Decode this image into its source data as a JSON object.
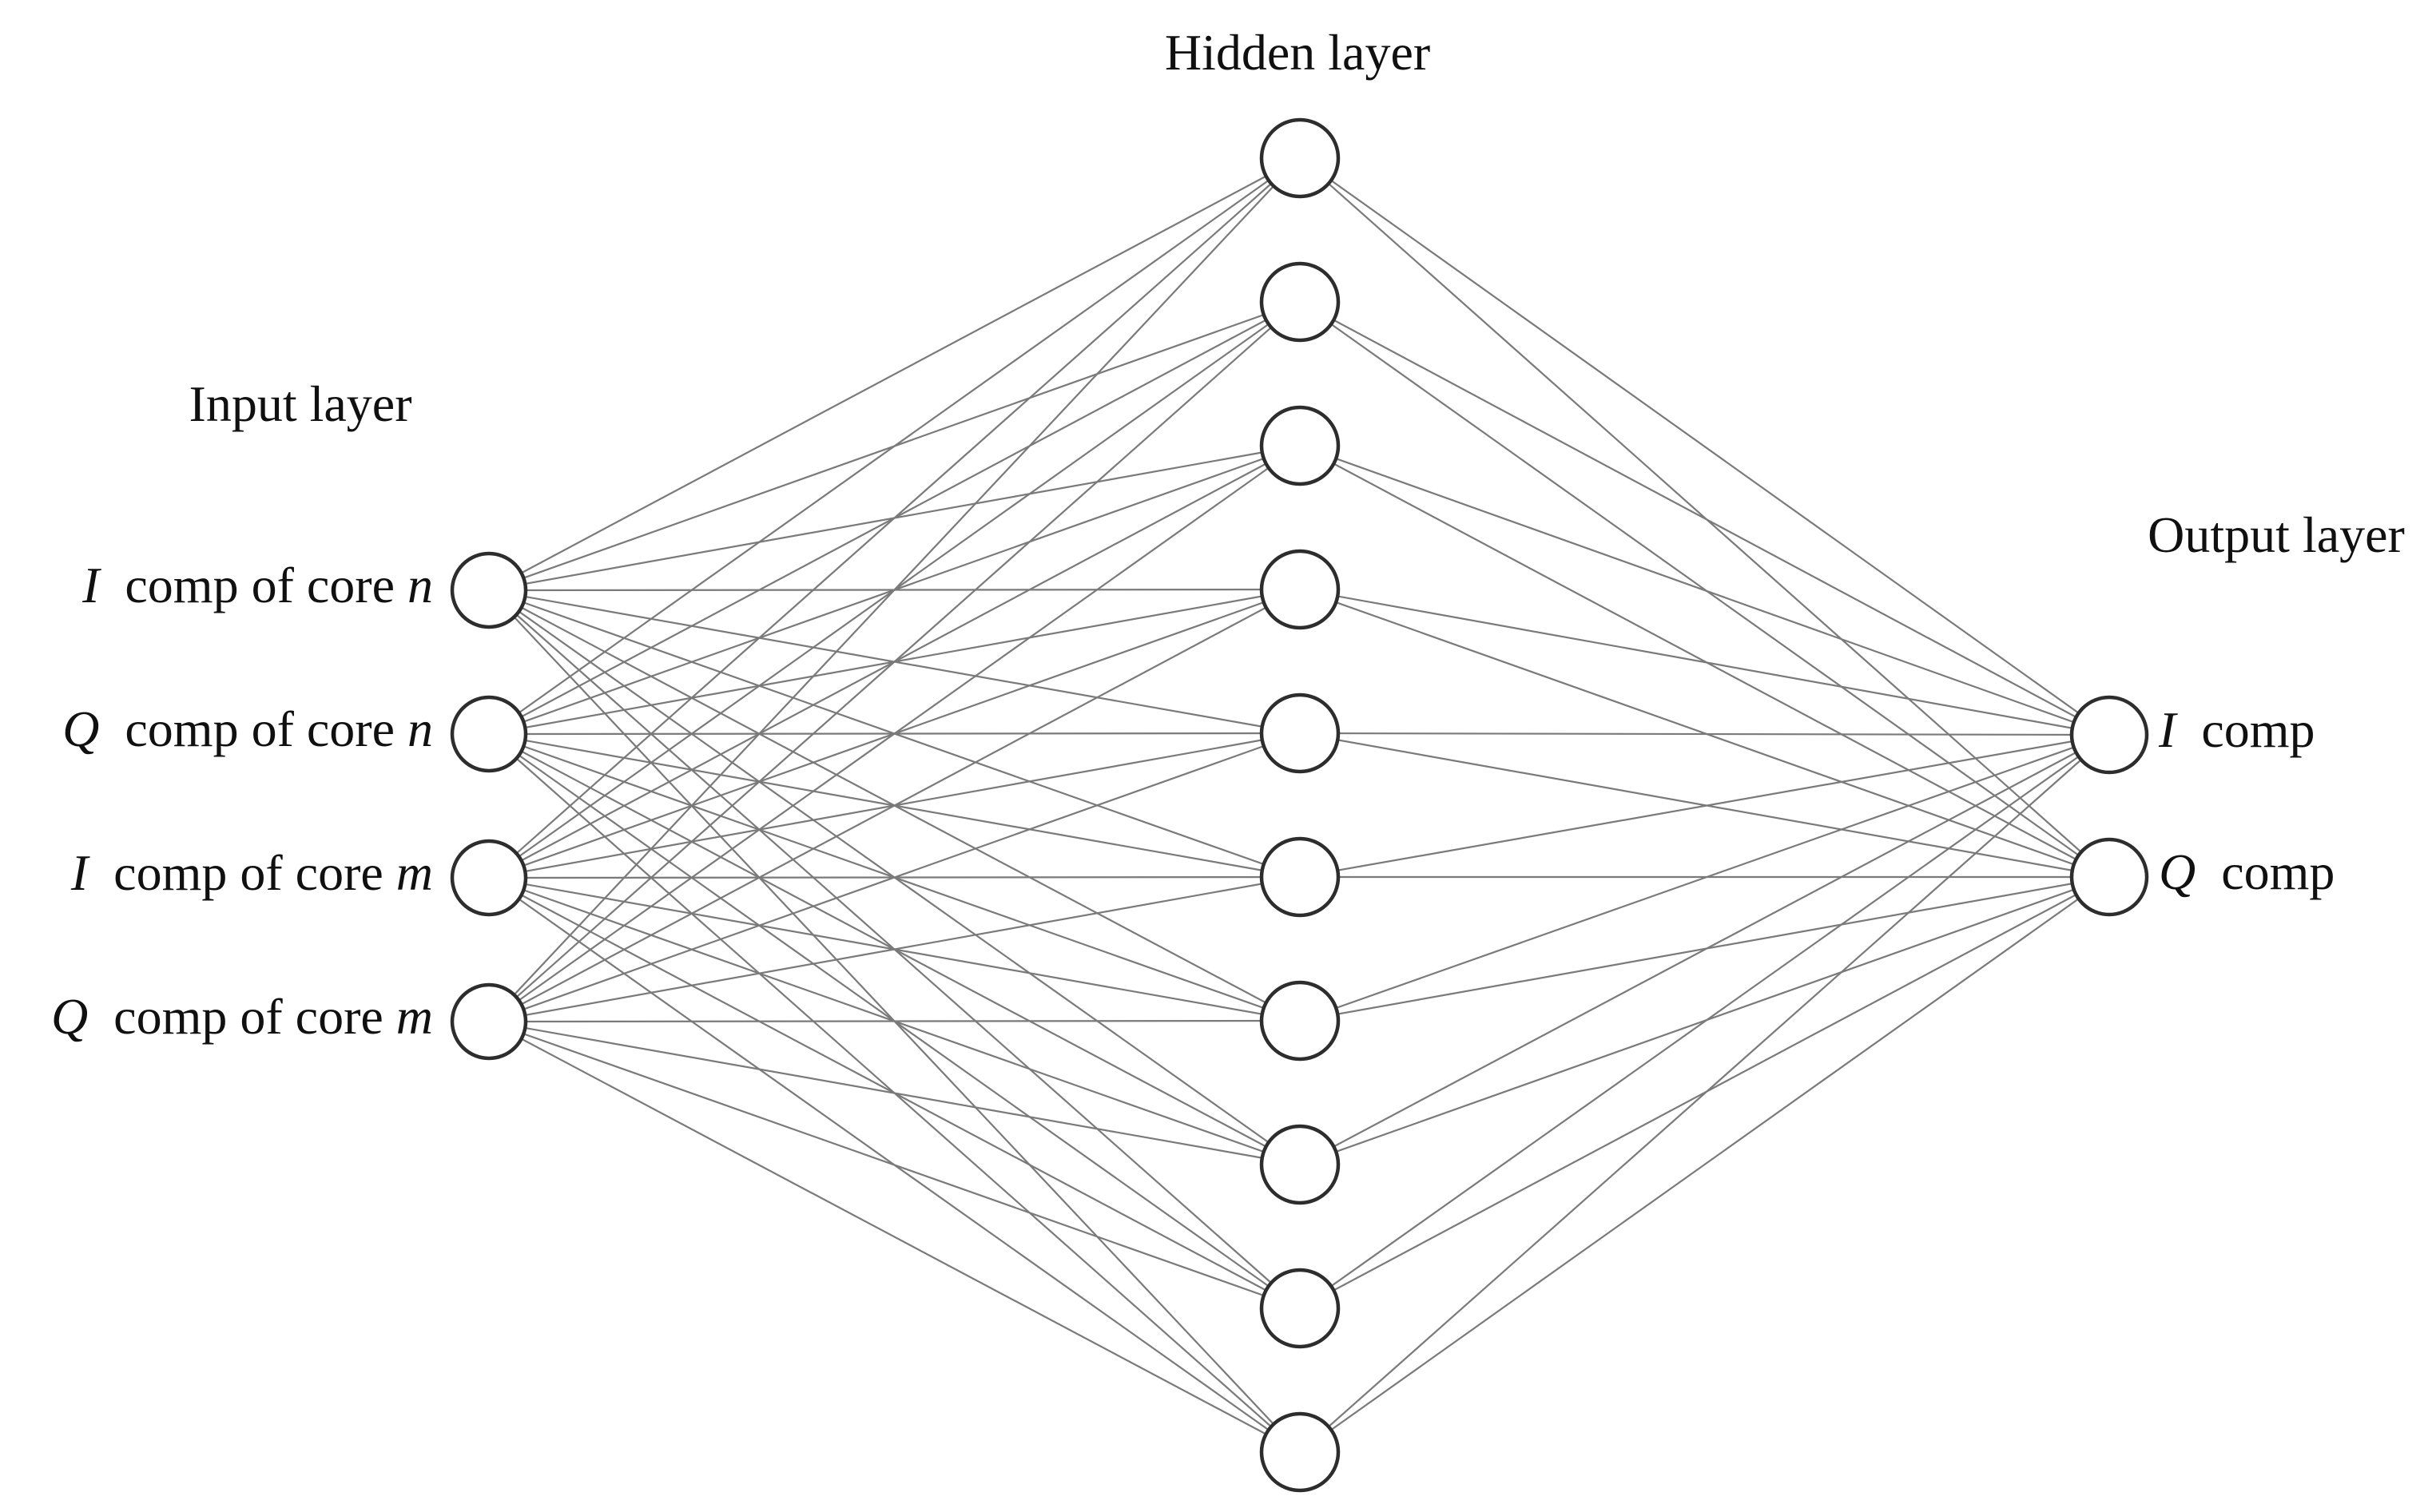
{
  "colors": {
    "background": "#ffffff",
    "text": "#101010",
    "edge": "#7a7a7a",
    "node_stroke": "#2d2d2d",
    "node_fill": "#ffffff"
  },
  "network": {
    "connectivity": "fully-connected between adjacent layers",
    "layers": [
      {
        "id": "input",
        "title": "Input layer",
        "node_count": 4,
        "node_labels": [
          [
            {
              "t": "I",
              "italic": true
            },
            {
              "t": "  comp of core ",
              "italic": false
            },
            {
              "t": "n",
              "italic": true
            }
          ],
          [
            {
              "t": "Q",
              "italic": true
            },
            {
              "t": "  comp of core ",
              "italic": false
            },
            {
              "t": "n",
              "italic": true
            }
          ],
          [
            {
              "t": "I",
              "italic": true
            },
            {
              "t": "  comp of core ",
              "italic": false
            },
            {
              "t": "m",
              "italic": true
            }
          ],
          [
            {
              "t": "Q",
              "italic": true
            },
            {
              "t": "  comp of core ",
              "italic": false
            },
            {
              "t": "m",
              "italic": true
            }
          ]
        ]
      },
      {
        "id": "hidden",
        "title": "Hidden layer",
        "node_count": 10,
        "node_labels": []
      },
      {
        "id": "output",
        "title": "Output layer",
        "node_count": 2,
        "node_labels": [
          [
            {
              "t": "I",
              "italic": true
            },
            {
              "t": "  comp",
              "italic": false
            }
          ],
          [
            {
              "t": "Q",
              "italic": true
            },
            {
              "t": "  comp",
              "italic": false
            }
          ]
        ]
      }
    ]
  }
}
